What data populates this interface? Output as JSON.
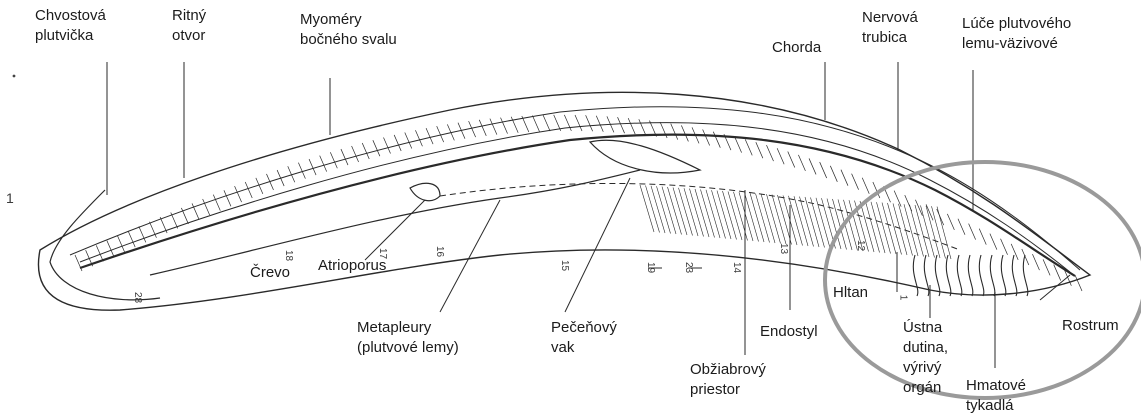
{
  "labels": {
    "chvostova_plutvicka": [
      "Chvostová",
      "plutvička"
    ],
    "ritny_otvor": [
      "Ritný",
      "otvor"
    ],
    "myomery": [
      "Myoméry",
      "bočného svalu"
    ],
    "nervova_trubica": [
      "Nervová",
      "trubica"
    ],
    "luce": [
      "Lúče plutvového",
      "lemu-väzivové"
    ],
    "chorda": [
      "Chorda"
    ],
    "crevo": [
      "Črevo"
    ],
    "atrioporus": [
      "Atrioporus"
    ],
    "hltan": [
      "Hltan"
    ],
    "rostrum": [
      "Rostrum"
    ],
    "metapleury": [
      "Metapleury",
      "(plutvové lemy)"
    ],
    "peceno_vak": [
      "Pečeňový",
      "vak"
    ],
    "endostyl": [
      "Endostyl"
    ],
    "ustna_dutina": [
      "Ústna",
      "dutina,",
      "výrivý",
      "orgán"
    ],
    "obziabrovy": [
      "Obžiabrový",
      "priestor"
    ],
    "hmatove": [
      "Hmatové",
      "tykadlá"
    ]
  },
  "numbers": {
    "n28": "28",
    "n18": "18",
    "n17": "17",
    "n16": "16",
    "n15": "15",
    "n19": "19",
    "n23": "23",
    "n14": "14",
    "n13": "13",
    "n12": "12",
    "n1": "1",
    "side_mark": "1"
  },
  "colors": {
    "ink": "#2a2a2a",
    "highlight_circle": "#9a9a9a",
    "background": "#ffffff"
  }
}
